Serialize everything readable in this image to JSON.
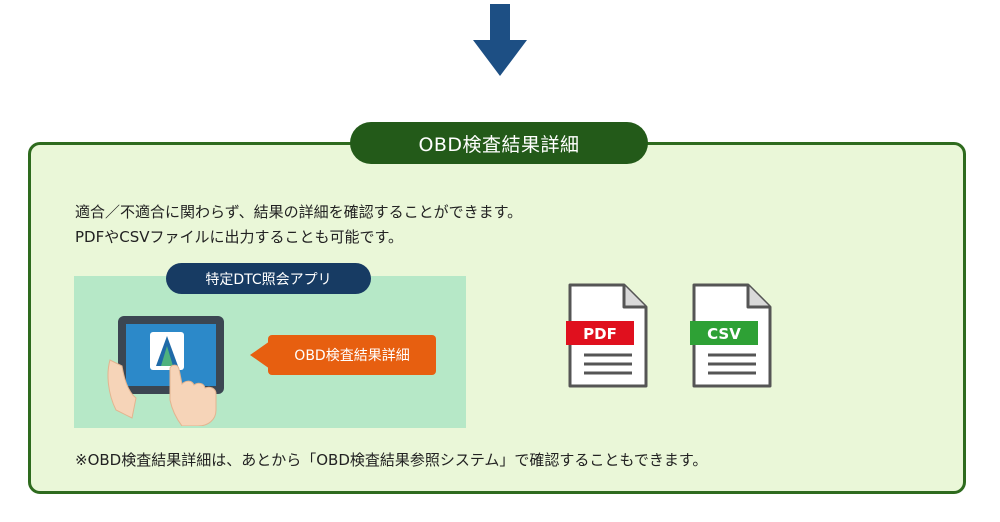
{
  "header": {
    "title": "OBD検査結果詳細"
  },
  "description": {
    "line1": "適合／不適合に関わらず、結果の詳細を確認することができます。",
    "line2": "PDFやCSVファイルに出力することも可能です。"
  },
  "app": {
    "name": "特定DTC照会アプリ",
    "callout_label": "OBD検査結果詳細",
    "icon": "tablet-hand-icon"
  },
  "files": [
    {
      "label": "PDF",
      "color": "#e0101e",
      "icon": "pdf-document-icon"
    },
    {
      "label": "CSV",
      "color": "#2ea135",
      "icon": "csv-document-icon"
    }
  ],
  "note": "※OBD検査結果詳細は、あとから「OBD検査結果参照システム」で確認することもできます。",
  "colors": {
    "arrow": "#1d4f84",
    "panel_bg": "#eaf7d8",
    "panel_border": "#2e6b1e",
    "title_bg": "#235a19",
    "app_bg": "#b6e8c7",
    "app_pill": "#173b63",
    "callout": "#e75f10"
  }
}
